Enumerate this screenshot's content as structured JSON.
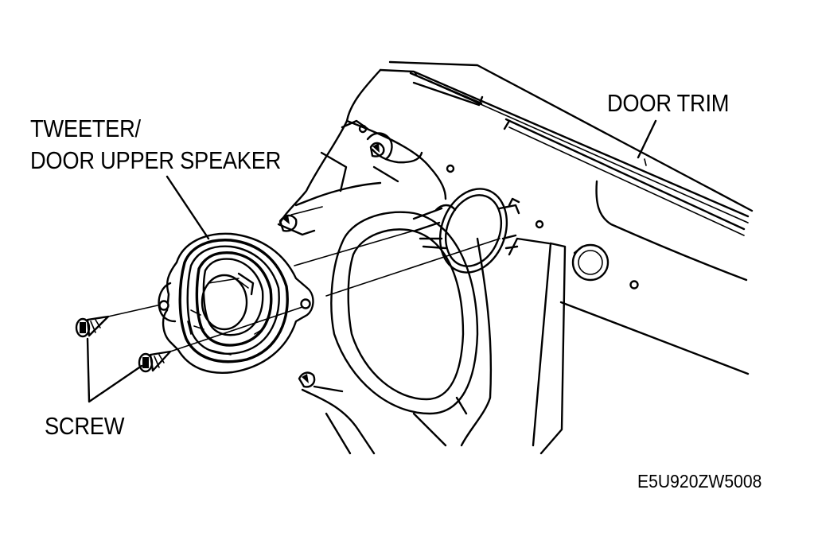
{
  "labels": {
    "tweeter_line1": "TWEETER/",
    "tweeter_line2": "DOOR UPPER SPEAKER",
    "door_trim": "DOOR TRIM",
    "screw": "SCREW",
    "figure_code": "E5U920ZW5008"
  },
  "colors": {
    "ink": "#000000",
    "paper": "#ffffff"
  }
}
